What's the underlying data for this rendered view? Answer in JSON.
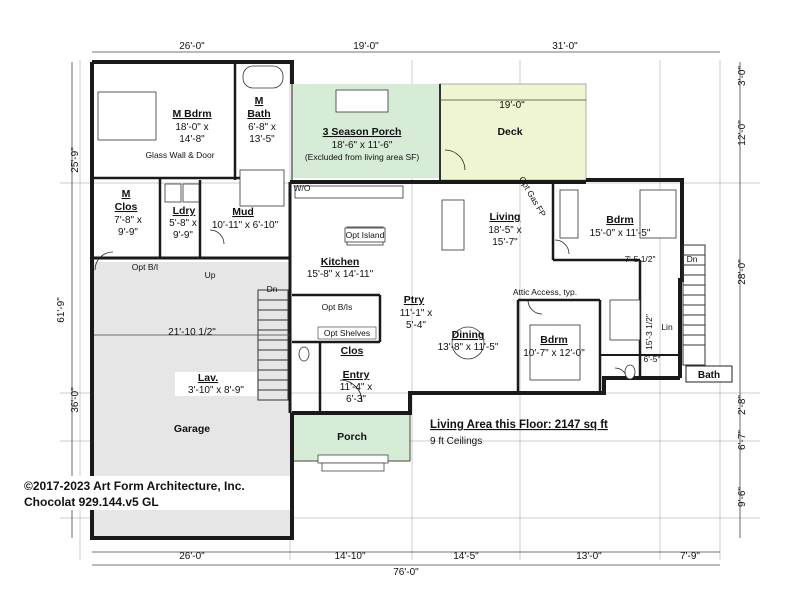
{
  "dimensions": {
    "top": [
      "26'-0\"",
      "19'-0\"",
      "31'-0\""
    ],
    "bottom": [
      "26'-0\"",
      "14'-10\"",
      "14'-5\"",
      "13'-0\"",
      "7'-9\"",
      "76'-0\""
    ],
    "left": [
      "25'-9\"",
      "61'-9\"",
      "36'-0\""
    ],
    "right": [
      "3'-0\"",
      "12'-0\"",
      "28'-0\"",
      "2'-8\"",
      "6'-7\"",
      "9'-6\""
    ],
    "deck_width": "19'-0\"",
    "garage_width": "21'-10 1/2\"",
    "stair_width": "7'-5 1/2\"",
    "bath_run": "15'-3 1/2\"",
    "bath_small": "6'-5\""
  },
  "rooms": {
    "master_bedroom": {
      "name": "M Bdrm",
      "size_a": "18'-0\" x",
      "size_b": "14'-8\""
    },
    "master_bath": {
      "name_a": "M",
      "name_b": "Bath",
      "size_a": "6'-8\" x",
      "size_b": "13'-5\""
    },
    "porch3": {
      "name": "3 Season Porch",
      "size": "18'-6\" x 11'-6\"",
      "note": "(Excluded from living area SF)"
    },
    "deck": {
      "name": "Deck"
    },
    "master_closet": {
      "name_a": "M",
      "name_b": "Clos",
      "size_a": "7'-8\" x",
      "size_b": "9'-9\""
    },
    "laundry": {
      "name": "Ldry",
      "size_a": "5'-8\" x",
      "size_b": "9'-9\""
    },
    "mud": {
      "name": "Mud",
      "size": "10'-11\" x 6'-10\""
    },
    "living": {
      "name": "Living",
      "size_a": "18'-5\" x",
      "size_b": "15'-7\""
    },
    "bedroom1": {
      "name": "Bdrm",
      "size": "15'-0\" x 11'-5\""
    },
    "kitchen": {
      "name": "Kitchen",
      "size": "15'-8\" x 14'-11\""
    },
    "pantry": {
      "name": "Ptry",
      "size_a": "11'-1\" x",
      "size_b": "5'-4\""
    },
    "dining": {
      "name": "Dining",
      "size": "13'-8\" x 11'-5\""
    },
    "bedroom2": {
      "name": "Bdrm",
      "size": "10'-7\" x 12'-0\""
    },
    "closet": {
      "name": "Clos"
    },
    "entry": {
      "name": "Entry",
      "size_a": "11'-4\" x",
      "size_b": "6'-3\""
    },
    "lav": {
      "name": "Lav.",
      "size": "3'-10\" x 8'-9\""
    },
    "garage": {
      "name": "Garage"
    },
    "porch": {
      "name": "Porch"
    },
    "bath_tag": {
      "name": "Bath"
    }
  },
  "notes": {
    "glass_wall": "Glass Wall & Door",
    "wo": "W/O",
    "opt_island": "Opt Island",
    "opt_gas_fp": "Opt Gas FP",
    "opt_bi": "Opt B/I",
    "opt_bis": "Opt B/Is",
    "opt_shelves": "Opt Shelves",
    "up": "Up",
    "dn1": "Dn",
    "dn2": "Dn",
    "attic": "Attic Access, typ.",
    "lin": "Lin"
  },
  "summary": {
    "living_area": "Living Area this Floor: 2147 sq ft",
    "ceilings": "9 ft Ceilings",
    "copyright": "©2017-2023 Art Form Architecture, Inc.",
    "plan_id": "Chocolat 929.144.v5 GL"
  },
  "colors": {
    "porch_fill": "#d6ecd6",
    "deck_fill": "#eef5d0",
    "garage_fill": "#e7e6e6",
    "wall": "#1a1a1a"
  }
}
